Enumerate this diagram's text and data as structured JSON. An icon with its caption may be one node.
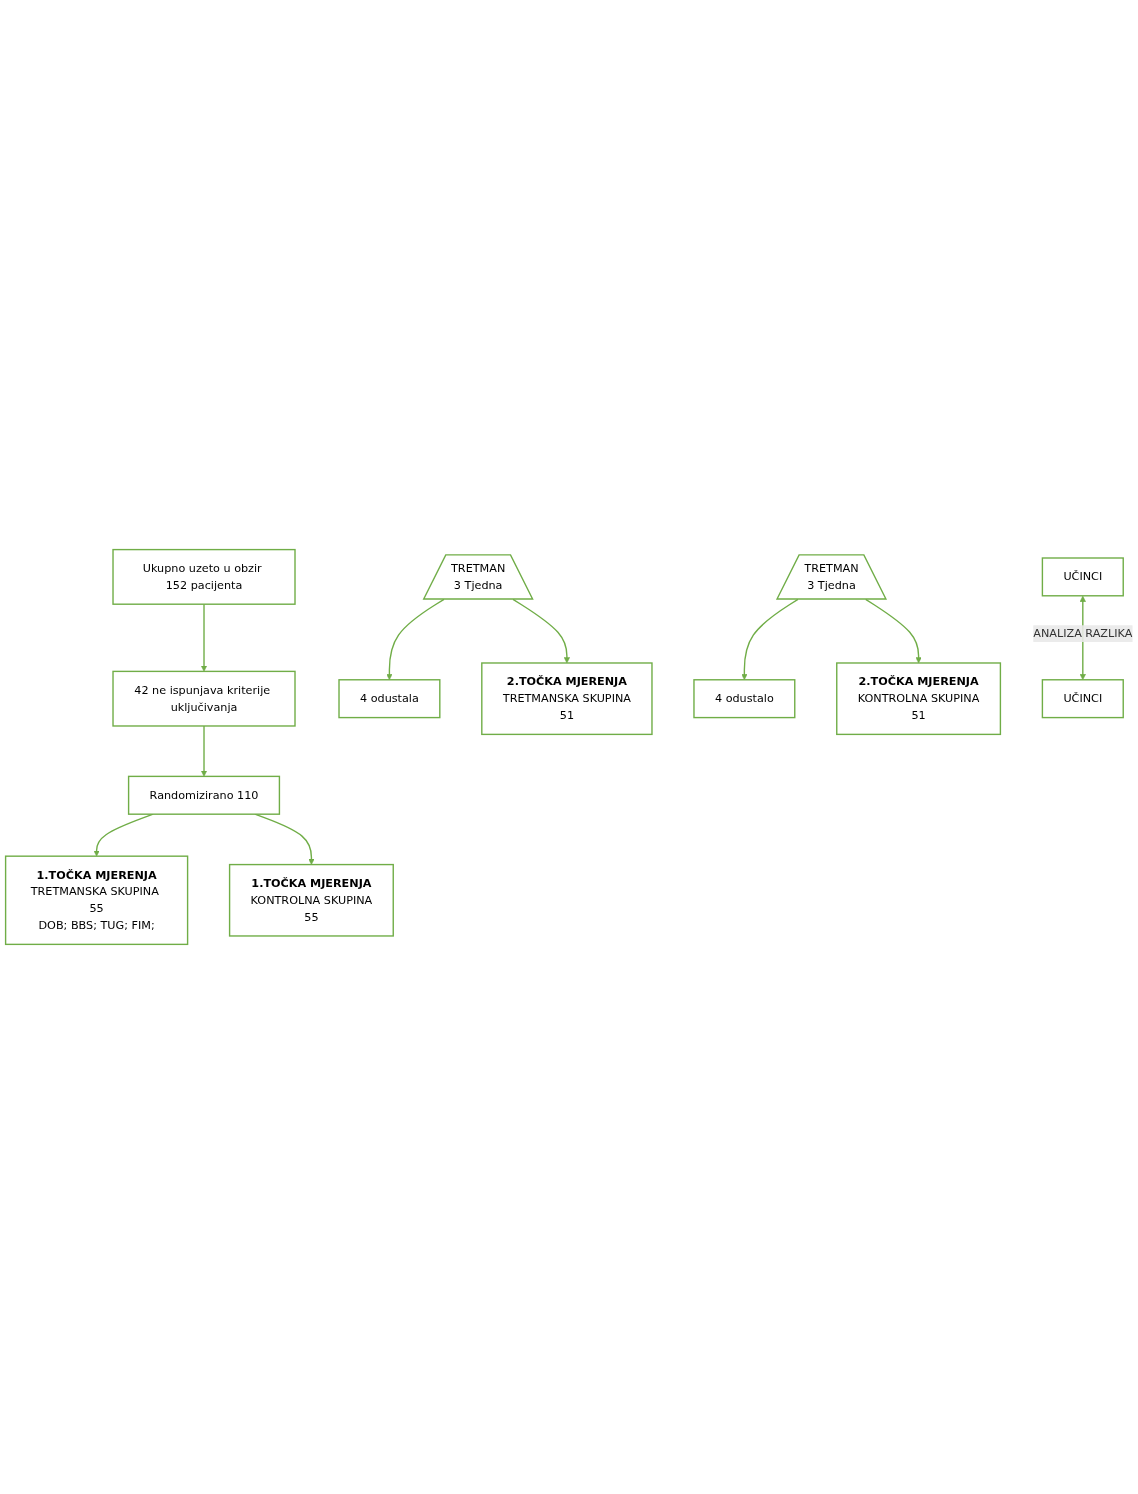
{
  "diagram": {
    "nodes": [
      {
        "text": [
          "Ukupno uzeto u obzir 152 pacijenta"
        ]
      },
      {
        "text": [
          "42 ne ispunjava kriterije uključivanja"
        ]
      },
      {
        "text": [
          "Randomizirano 110"
        ]
      },
      {
        "text": [
          "1.TOČKA MJERENJA",
          "TRETMANSKA SKUPINA 55",
          "DOB; BBS; TUG; FIM;"
        ]
      },
      {
        "text": [
          "1.TOČKA MJERENJA",
          "KONTROLNA SKUPINA",
          "55"
        ]
      },
      {
        "text": [
          "TRETMAN",
          "3 Tjedna"
        ]
      },
      {
        "text": [
          "4 odustala"
        ]
      },
      {
        "text": [
          "4 odustalo"
        ]
      },
      {
        "text": [
          "TRETMAN",
          "3 Tjedna"
        ]
      },
      {
        "text": [
          "2.TOČKA MJERENJA",
          "TRETMANSKA SKUPINA",
          "51"
        ]
      },
      {
        "text": [
          "2.TOČKA MJERENJA",
          "KONTROLNA SKUPINA",
          "51"
        ]
      },
      {
        "text": [
          "UČINCI"
        ]
      },
      {
        "text": [
          "UČINCI"
        ]
      }
    ],
    "edges": [
      {
        "from": 0,
        "to": 1,
        "arrow": "to"
      },
      {
        "from": 1,
        "to": 2,
        "arrow": "to"
      },
      {
        "from": 2,
        "to": 3,
        "arrow": "to"
      },
      {
        "from": 2,
        "to": 4,
        "arrow": "to"
      },
      {
        "from": 5,
        "to": 6,
        "arrow": "to"
      },
      {
        "from": 8,
        "to": 7,
        "arrow": "to"
      },
      {
        "from": 5,
        "to": 9,
        "arrow": "to"
      },
      {
        "from": 8,
        "to": 10,
        "arrow": "to"
      },
      {
        "from": 11,
        "to": 12,
        "arrow": "both",
        "label": "ANALIZA RAZLIKA"
      }
    ]
  }
}
